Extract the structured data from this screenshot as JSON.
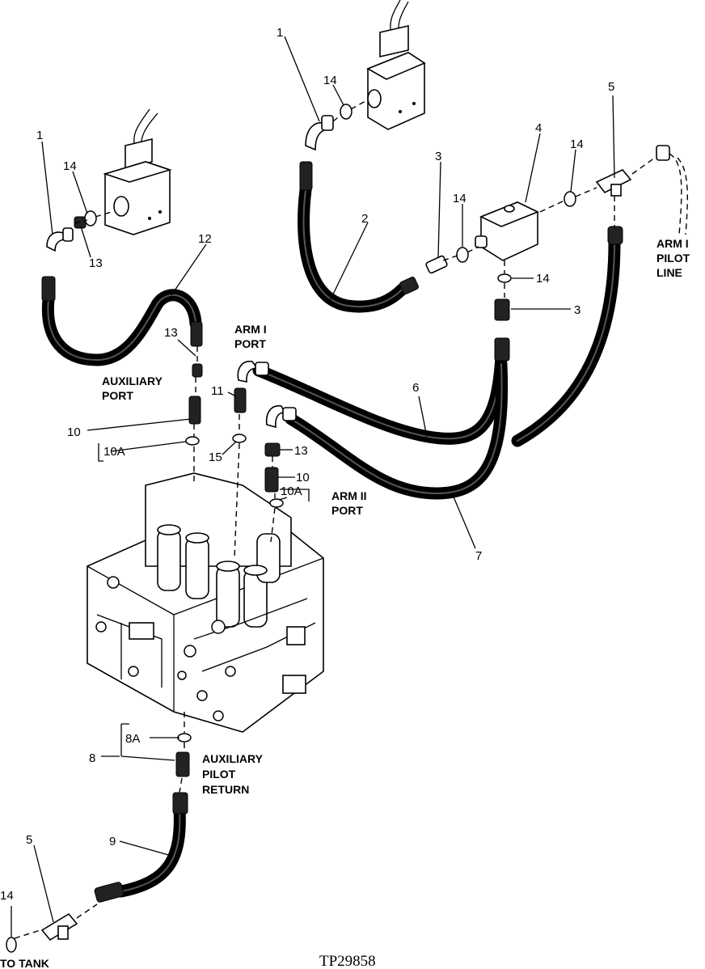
{
  "figure_id": "TP29858",
  "port_labels": {
    "arm1_port": [
      "ARM I",
      "PORT"
    ],
    "arm2_port": [
      "ARM II",
      "PORT"
    ],
    "auxiliary_port": [
      "AUXILIARY",
      "PORT"
    ],
    "auxiliary_pilot_return": [
      "AUXILIARY",
      "PILOT",
      "RETURN"
    ],
    "arm1_pilot_line": [
      "ARM I",
      "PILOT",
      "LINE"
    ],
    "to_tank": "TO TANK"
  },
  "callouts": [
    {
      "id": "c1a",
      "text": "1"
    },
    {
      "id": "c1b",
      "text": "1"
    },
    {
      "id": "c2",
      "text": "2"
    },
    {
      "id": "c3a",
      "text": "3"
    },
    {
      "id": "c3b",
      "text": "3"
    },
    {
      "id": "c4",
      "text": "4"
    },
    {
      "id": "c5a",
      "text": "5"
    },
    {
      "id": "c5b",
      "text": "5"
    },
    {
      "id": "c6",
      "text": "6"
    },
    {
      "id": "c7",
      "text": "7"
    },
    {
      "id": "c8",
      "text": "8"
    },
    {
      "id": "c8A",
      "text": "8A"
    },
    {
      "id": "c9",
      "text": "9"
    },
    {
      "id": "c10a",
      "text": "10"
    },
    {
      "id": "c10b",
      "text": "10"
    },
    {
      "id": "c10Aa",
      "text": "10A"
    },
    {
      "id": "c10Ab",
      "text": "10A"
    },
    {
      "id": "c11",
      "text": "11"
    },
    {
      "id": "c12",
      "text": "12"
    },
    {
      "id": "c13a",
      "text": "13"
    },
    {
      "id": "c13b",
      "text": "13"
    },
    {
      "id": "c13c",
      "text": "13"
    },
    {
      "id": "c14a",
      "text": "14"
    },
    {
      "id": "c14b",
      "text": "14"
    },
    {
      "id": "c14c",
      "text": "14"
    },
    {
      "id": "c14d",
      "text": "14"
    },
    {
      "id": "c14e",
      "text": "14"
    },
    {
      "id": "c14f",
      "text": "14"
    },
    {
      "id": "c15",
      "text": "15"
    }
  ]
}
